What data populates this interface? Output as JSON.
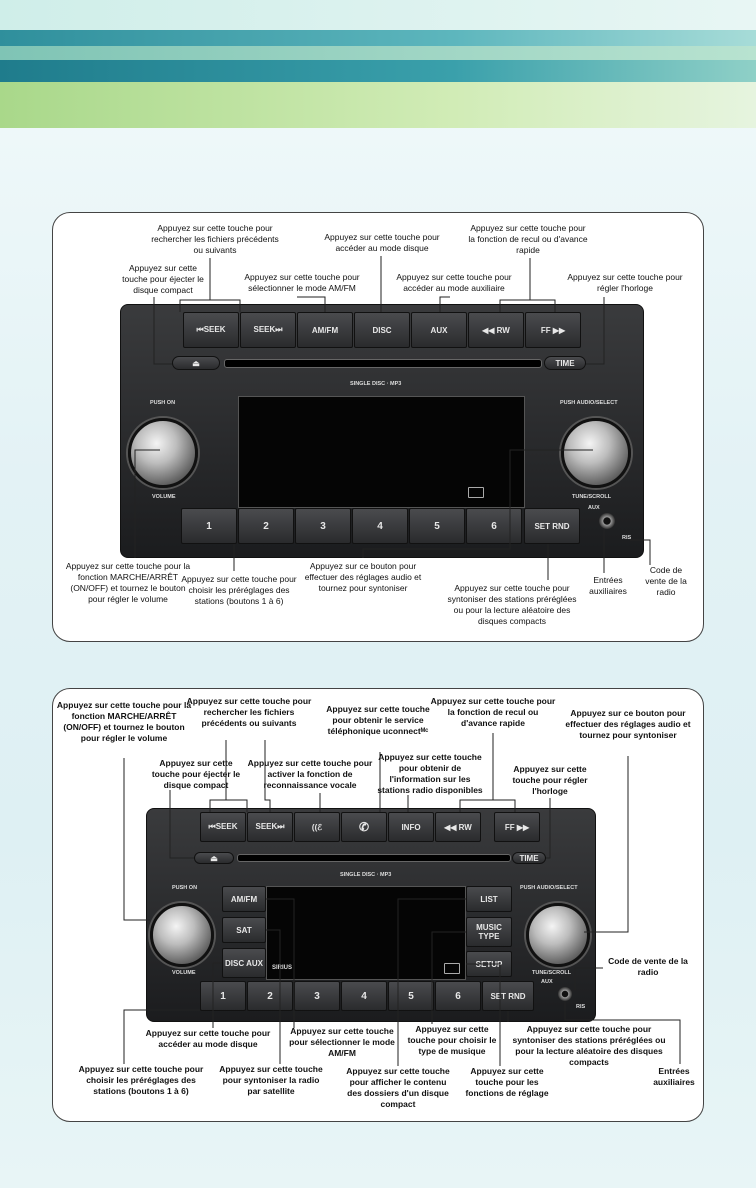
{
  "panel1": {
    "buttons": {
      "seek_back": "⏮SEEK",
      "seek_fwd": "SEEK⏭",
      "amfm": "AM/FM",
      "disc": "DISC",
      "aux": "AUX",
      "rw": "◀◀ RW",
      "ff": "FF ▶▶",
      "time": "TIME",
      "eject": "⏏",
      "presets": [
        "1",
        "2",
        "3",
        "4",
        "5",
        "6"
      ],
      "set_rnd": "SET RND"
    },
    "labels": {
      "single_disc": "SINGLE DISC · MP3",
      "push_on": "PUSH ON",
      "volume": "VOLUME",
      "push_audio": "PUSH AUDIO/SELECT",
      "tune_scroll": "TUNE/SCROLL",
      "aux": "AUX",
      "ris": "RIS"
    },
    "callouts": {
      "seek": "Appuyez sur cette touche pour rechercher les fichiers précédents ou suivants",
      "disc": "Appuyez sur cette touche pour accéder au mode disque",
      "rwff": "Appuyez sur cette touche pour la fonction de recul ou d'avance rapide",
      "eject": "Appuyez sur cette touche pour éjecter le disque compact",
      "amfm": "Appuyez sur cette touche pour sélectionner le mode AM/FM",
      "aux": "Appuyez sur cette touche pour accéder au mode auxiliaire",
      "time": "Appuyez sur cette touche pour régler l'horloge",
      "volume": "Appuyez sur cette touche pour la fonction MARCHE/ARRÊT (ON/OFF) et tournez le bouton pour régler le volume",
      "presets": "Appuyez sur cette touche pour choisir les préréglages des stations (boutons 1 à 6)",
      "tune": "Appuyez sur ce bouton pour effectuer des réglages audio et tournez pour syntoniser",
      "setrnd": "Appuyez sur cette touche pour syntoniser des stations préréglées ou pour la lecture aléatoire des disques compacts",
      "auxjack": "Entrées auxiliaires",
      "ris": "Code de vente de la radio"
    }
  },
  "panel2": {
    "buttons": {
      "seek_back": "⏮SEEK",
      "seek_fwd": "SEEK⏭",
      "voice": "((ℰ",
      "phone": "✆",
      "info": "INFO",
      "rw": "◀◀ RW",
      "ff": "FF ▶▶",
      "time": "TIME",
      "eject": "⏏",
      "amfm": "AM/FM",
      "sat": "SAT",
      "disc_aux": "DISC AUX",
      "list": "LIST",
      "music_type": "MUSIC TYPE",
      "setup": "SETUP",
      "presets": [
        "1",
        "2",
        "3",
        "4",
        "5",
        "6"
      ],
      "set_rnd": "SET RND"
    },
    "labels": {
      "single_disc": "SINGLE DISC · MP3",
      "push_on": "PUSH ON",
      "volume": "VOLUME",
      "push_audio": "PUSH AUDIO/SELECT",
      "tune_scroll": "TUNE/SCROLL",
      "aux": "AUX",
      "ris": "RIS",
      "sirius": "SIRIUS"
    },
    "callouts": {
      "volume": "Appuyez sur cette touche pour la fonction MARCHE/ARRÊT (ON/OFF) et tournez le bouton pour régler le volume",
      "seek": "Appuyez sur cette touche pour rechercher les fichiers précédents ou suivants",
      "phone": "Appuyez sur cette touche pour obtenir le service téléphonique uconnectᴹᶜ",
      "rwff": "Appuyez sur cette touche pour la fonction de recul ou d'avance rapide",
      "tune": "Appuyez sur ce bouton pour effectuer des réglages audio et tournez pour syntoniser",
      "eject": "Appuyez sur cette touche pour éjecter le disque compact",
      "voice": "Appuyez sur cette touche pour activer la fonction de reconnaissance vocale",
      "info": "Appuyez sur cette touche pour obtenir de l'information sur les stations radio disponibles",
      "time": "Appuyez sur cette touche pour régler l'horloge",
      "ris": "Code de vente de la radio",
      "disc_aux": "Appuyez sur cette touche pour accéder au mode disque",
      "amfm": "Appuyez sur cette touche pour sélectionner le mode AM/FM",
      "music_type": "Appuyez sur cette touche pour choisir le type de musique",
      "setrnd": "Appuyez sur cette touche pour syntoniser des stations préréglées ou pour la lecture aléatoire des disques compacts",
      "presets": "Appuyez sur cette touche pour choisir les préréglages des stations (boutons 1 à 6)",
      "sat": "Appuyez sur cette touche pour syntoniser la radio par satellite",
      "list": "Appuyez sur cette touche pour afficher le contenu des dossiers d'un disque compact",
      "setup": "Appuyez sur cette touche pour les fonctions de réglage",
      "auxjack": "Entrées auxiliaires"
    }
  }
}
